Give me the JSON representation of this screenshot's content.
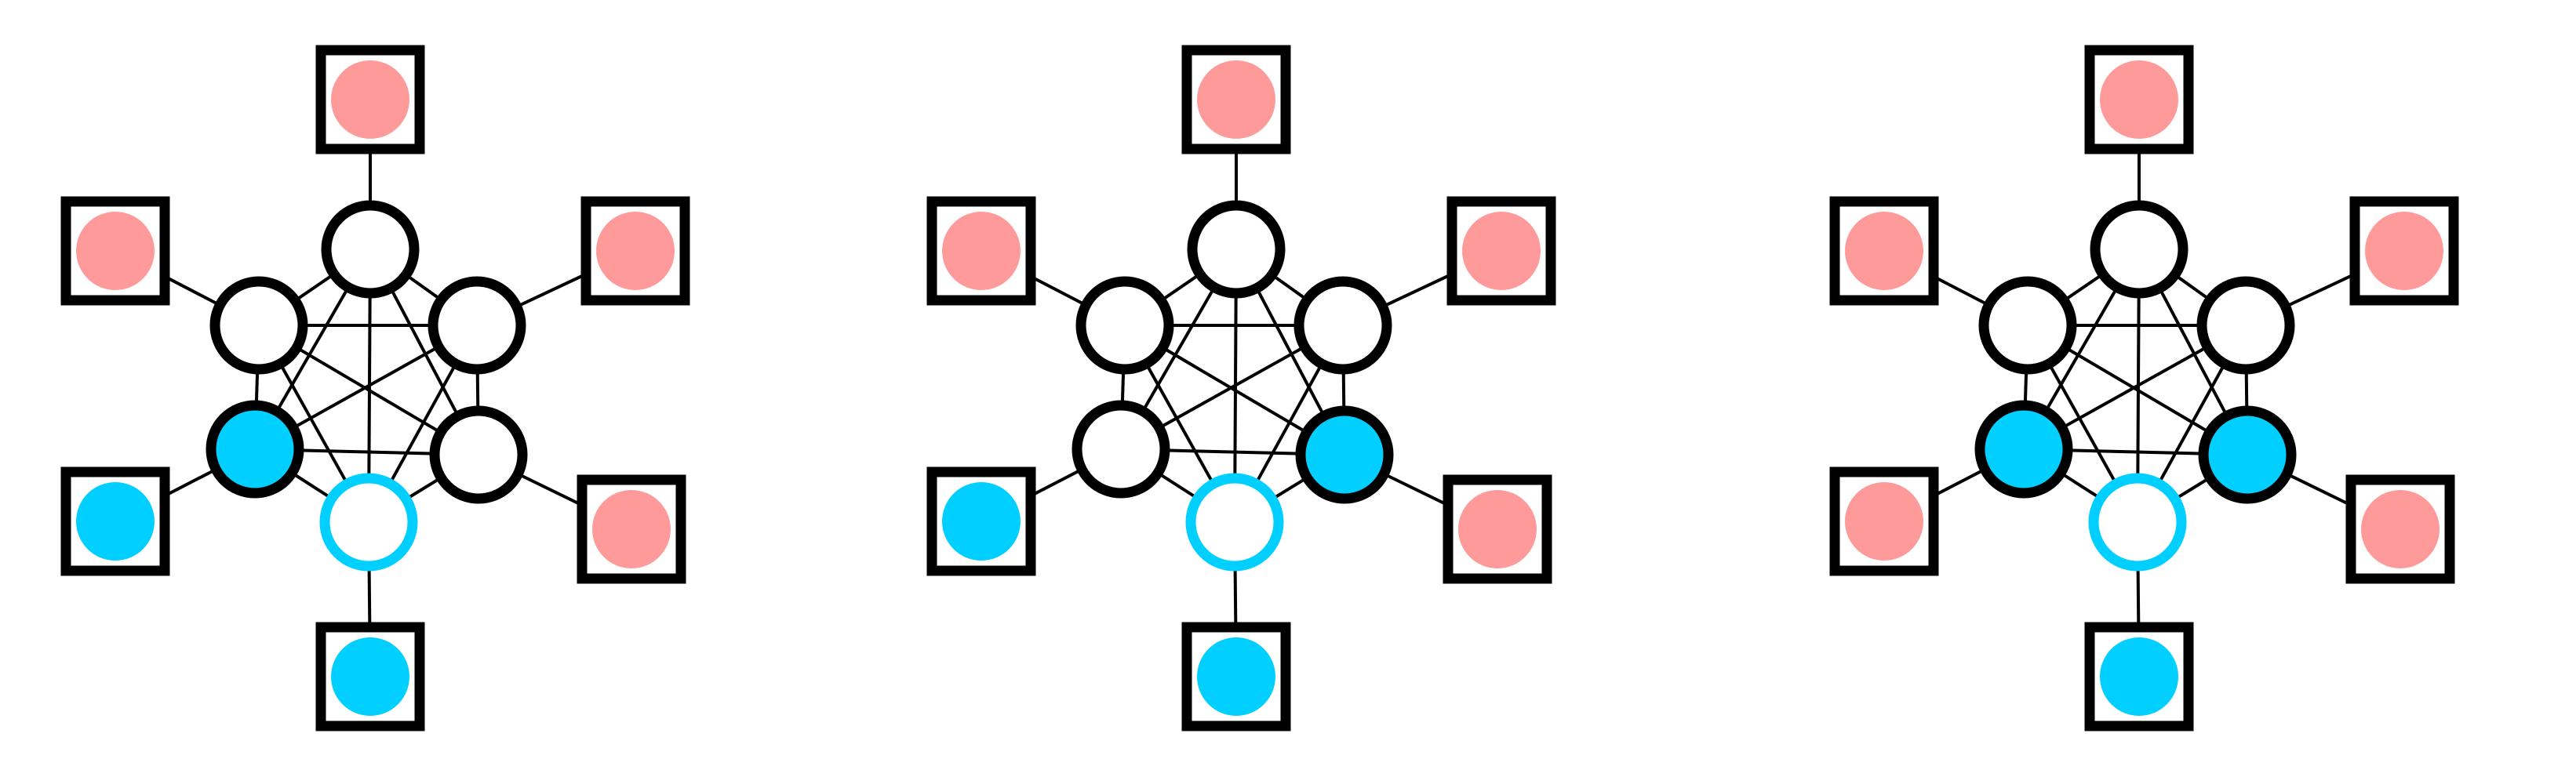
{
  "colors": {
    "pink": "#ff9a9a",
    "blue": "#00cfff",
    "stroke": "#000000",
    "background": "#ffffff"
  },
  "node_order": [
    "top",
    "upper-left",
    "upper-right",
    "lower-left",
    "lower-right",
    "bottom"
  ],
  "panels": [
    {
      "nodes": {
        "top": {
          "fill": "white",
          "ring": "black",
          "square_dot": "pink"
        },
        "upper-left": {
          "fill": "white",
          "ring": "black",
          "square_dot": "pink"
        },
        "upper-right": {
          "fill": "white",
          "ring": "black",
          "square_dot": "pink"
        },
        "lower-left": {
          "fill": "blue",
          "ring": "black",
          "square_dot": "blue"
        },
        "lower-right": {
          "fill": "white",
          "ring": "black",
          "square_dot": "pink"
        },
        "bottom": {
          "fill": "white",
          "ring": "blue",
          "square_dot": "blue"
        }
      }
    },
    {
      "nodes": {
        "top": {
          "fill": "white",
          "ring": "black",
          "square_dot": "pink"
        },
        "upper-left": {
          "fill": "white",
          "ring": "black",
          "square_dot": "pink"
        },
        "upper-right": {
          "fill": "white",
          "ring": "black",
          "square_dot": "pink"
        },
        "lower-left": {
          "fill": "white",
          "ring": "black",
          "square_dot": "blue"
        },
        "lower-right": {
          "fill": "blue",
          "ring": "black",
          "square_dot": "pink"
        },
        "bottom": {
          "fill": "white",
          "ring": "blue",
          "square_dot": "blue"
        }
      }
    },
    {
      "nodes": {
        "top": {
          "fill": "white",
          "ring": "black",
          "square_dot": "pink"
        },
        "upper-left": {
          "fill": "white",
          "ring": "black",
          "square_dot": "pink"
        },
        "upper-right": {
          "fill": "white",
          "ring": "black",
          "square_dot": "pink"
        },
        "lower-left": {
          "fill": "blue",
          "ring": "black",
          "square_dot": "pink"
        },
        "lower-right": {
          "fill": "blue",
          "ring": "black",
          "square_dot": "pink"
        },
        "bottom": {
          "fill": "white",
          "ring": "blue",
          "square_dot": "blue"
        }
      }
    }
  ]
}
